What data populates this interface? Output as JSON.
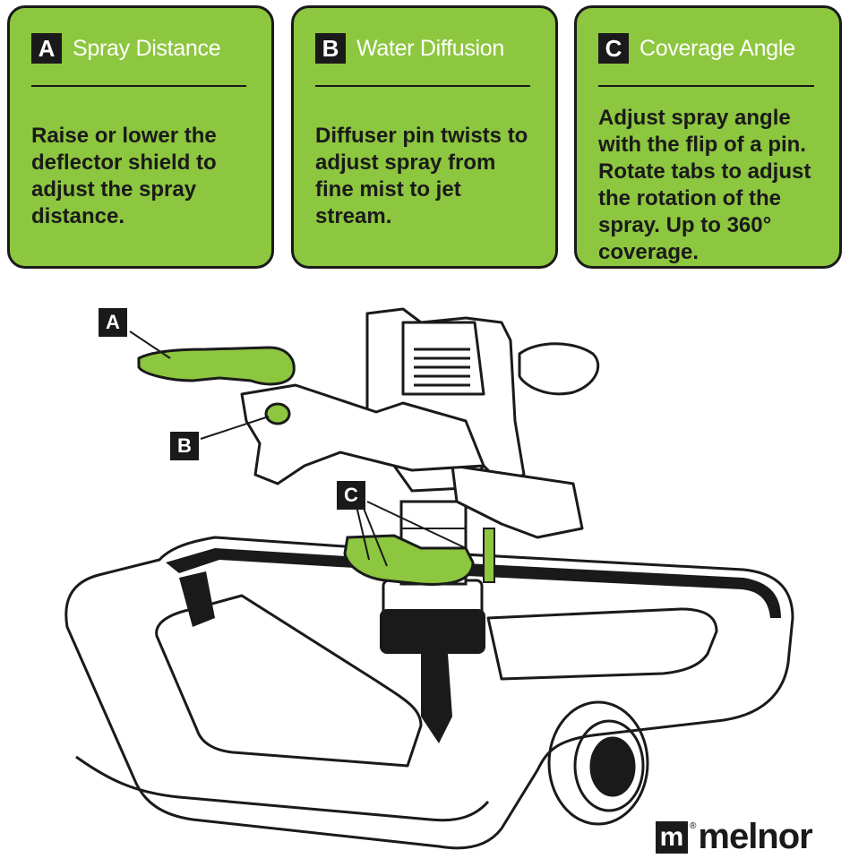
{
  "cards": [
    {
      "letter": "A",
      "title": "Spray Distance",
      "body": "Raise or lower the deflector shield to adjust the spray distance."
    },
    {
      "letter": "B",
      "title": "Water Diffusion",
      "body": "Diffuser pin twists to adjust spray from fine mist to jet stream."
    },
    {
      "letter": "C",
      "title": "Coverage Angle",
      "body": "Adjust spray angle with the flip of a pin. Rotate tabs to adjust the rotation of the spray. Up to 360° coverage."
    }
  ],
  "callouts": {
    "a": "A",
    "b": "B",
    "c": "C"
  },
  "brand": {
    "mark": "m",
    "reg": "®",
    "name": "melnor"
  },
  "colors": {
    "accent": "#8dc63f",
    "ink": "#1a1a1a",
    "paper": "#ffffff"
  }
}
